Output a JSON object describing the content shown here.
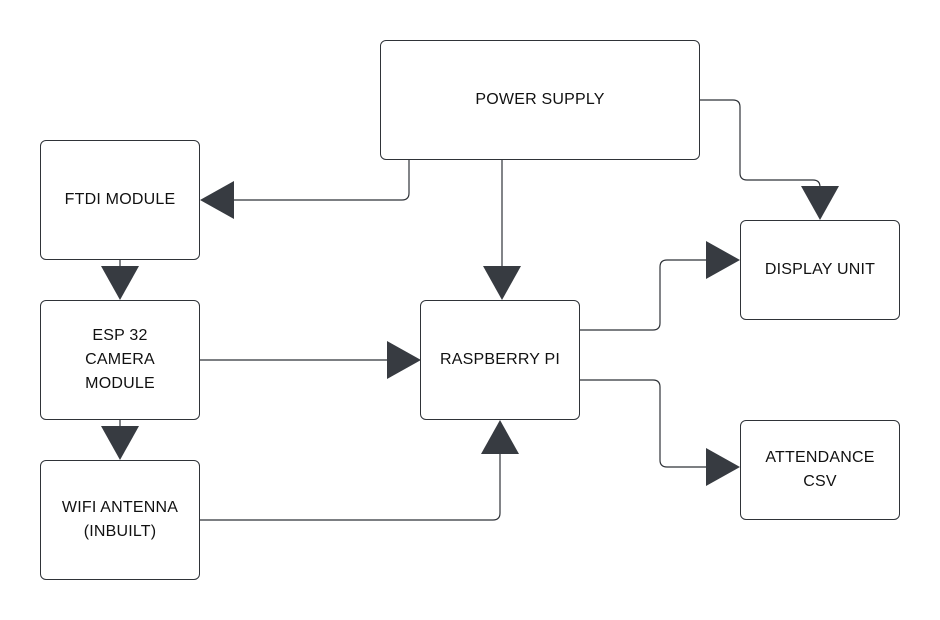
{
  "blocks": {
    "power_supply": "POWER SUPPLY",
    "ftdi_module": "FTDI MODULE",
    "esp32_camera_module": "ESP 32\nCAMERA\nMODULE",
    "wifi_antenna": "WIFI ANTENNA\n(INBUILT)",
    "raspberry_pi": "RASPBERRY PI",
    "display_unit": "DISPLAY UNIT",
    "attendance_csv": "ATTENDANCE\nCSV"
  },
  "connections": [
    {
      "from": "power_supply",
      "to": "ftdi_module"
    },
    {
      "from": "power_supply",
      "to": "raspberry_pi"
    },
    {
      "from": "power_supply",
      "to": "display_unit"
    },
    {
      "from": "ftdi_module",
      "to": "esp32_camera_module"
    },
    {
      "from": "esp32_camera_module",
      "to": "wifi_antenna"
    },
    {
      "from": "esp32_camera_module",
      "to": "raspberry_pi"
    },
    {
      "from": "wifi_antenna",
      "to": "raspberry_pi"
    },
    {
      "from": "raspberry_pi",
      "to": "display_unit"
    },
    {
      "from": "raspberry_pi",
      "to": "attendance_csv"
    }
  ],
  "colors": {
    "line": "#2f3338",
    "arrowhead": "#373b41",
    "box_border": "#2f3338",
    "text": "#111111",
    "background": "#ffffff"
  }
}
